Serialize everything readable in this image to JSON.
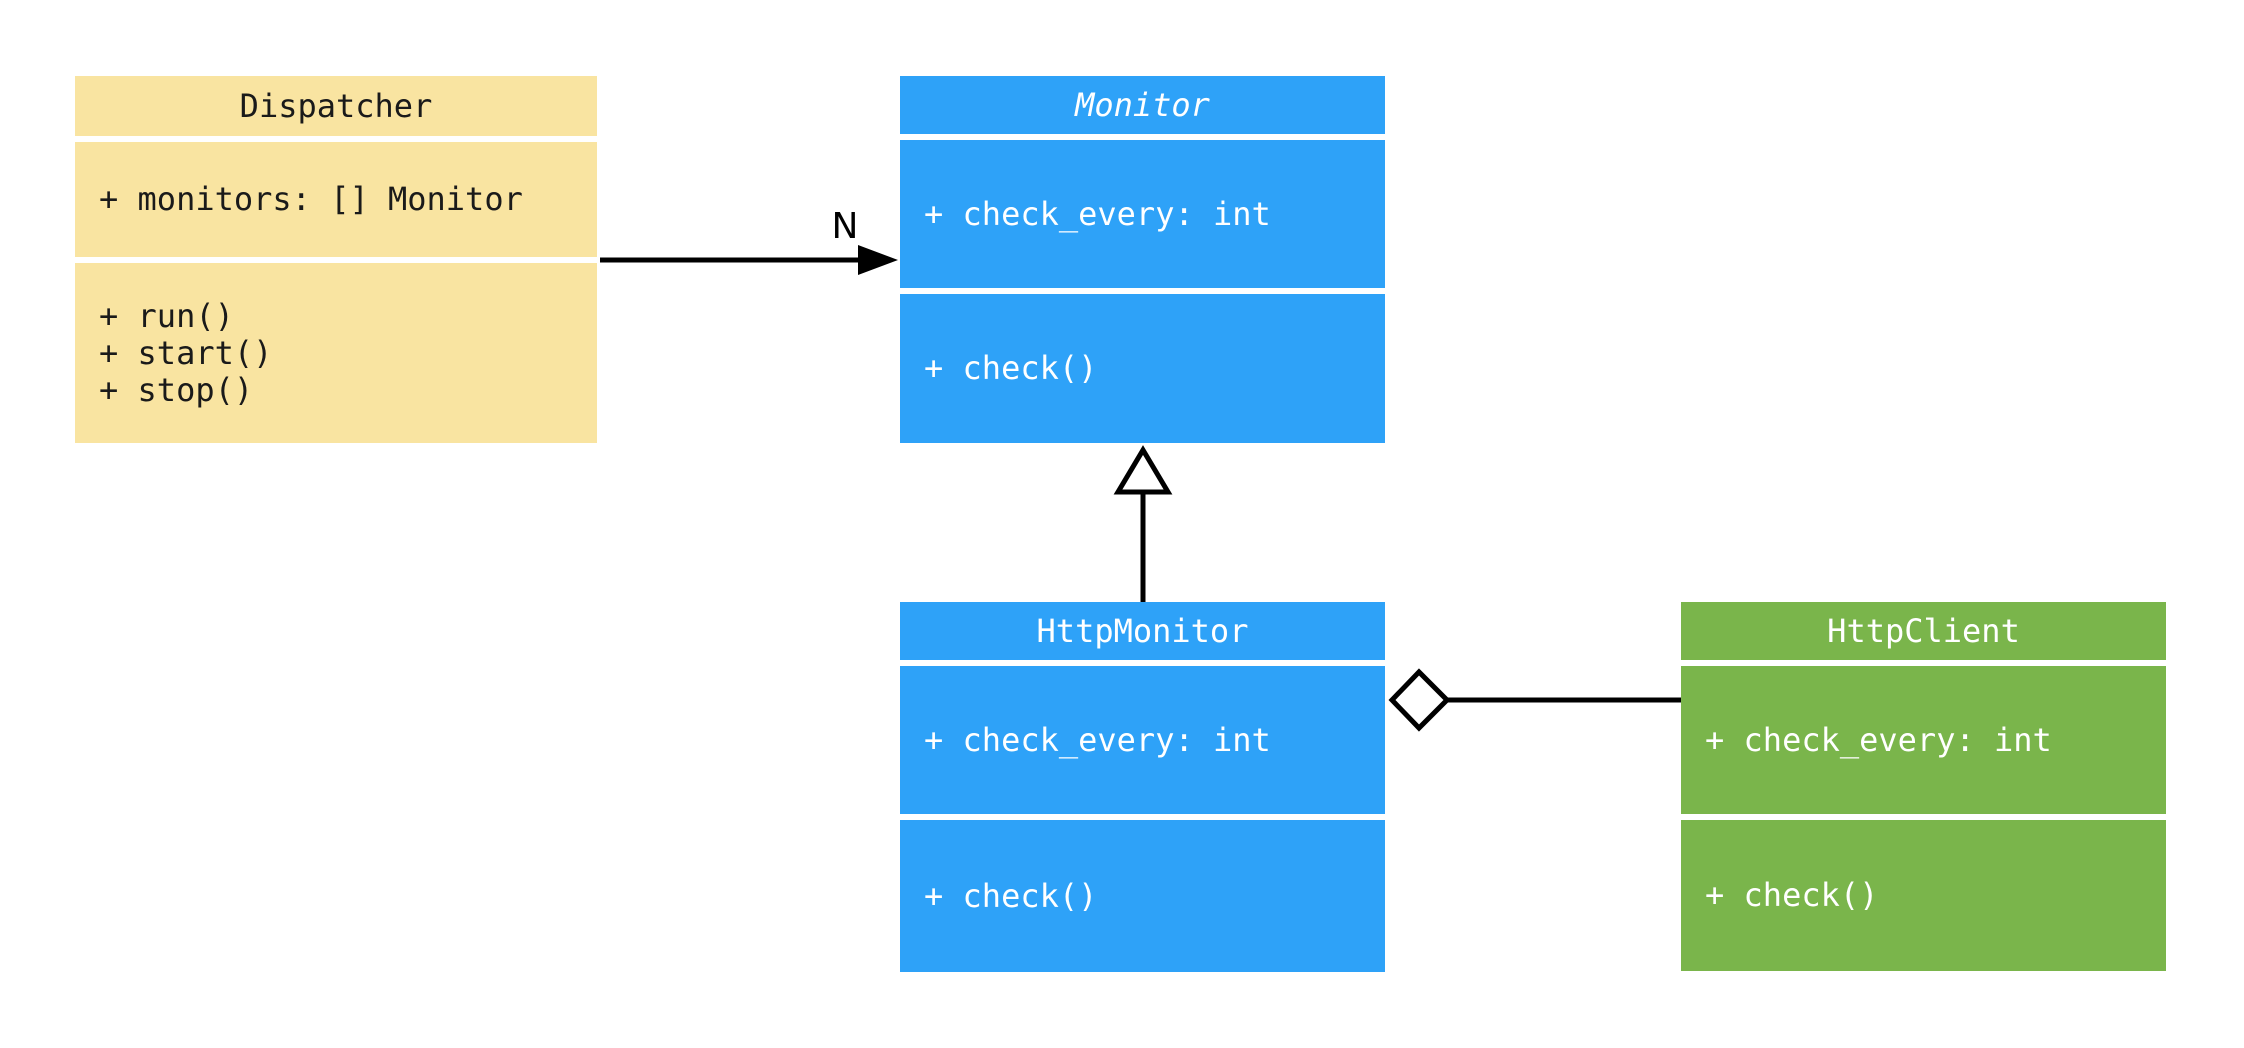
{
  "diagram": {
    "background_color": "#ffffff",
    "line_color": "#000000",
    "classes": [
      {
        "name": "Dispatcher",
        "abstract": false,
        "fill_color": "#F9E4A1",
        "text_color": "#1a1a1a",
        "attributes": [
          "+ monitors: [] Monitor"
        ],
        "methods": [
          "+ run()",
          "+ start()",
          "+ stop()"
        ]
      },
      {
        "name": "Monitor",
        "abstract": true,
        "fill_color": "#2EA2F8",
        "text_color": "#ffffff",
        "attributes": [
          "+ check_every: int"
        ],
        "methods": [
          "+ check()"
        ]
      },
      {
        "name": "HttpMonitor",
        "abstract": false,
        "fill_color": "#2EA2F8",
        "text_color": "#ffffff",
        "attributes": [
          "+ check_every: int"
        ],
        "methods": [
          "+ check()"
        ]
      },
      {
        "name": "HttpClient",
        "abstract": false,
        "fill_color": "#7AB54B",
        "text_color": "#ffffff",
        "attributes": [
          "+ check_every: int"
        ],
        "methods": [
          "+ check()"
        ]
      }
    ],
    "relations": [
      {
        "type": "association",
        "from": "Dispatcher",
        "to": "Monitor",
        "multiplicity": "N",
        "marker": "filled-arrowhead-icon"
      },
      {
        "type": "inheritance",
        "from": "HttpMonitor",
        "to": "Monitor",
        "marker": "hollow-triangle-icon"
      },
      {
        "type": "aggregation",
        "from": "HttpMonitor",
        "to": "HttpClient",
        "marker": "hollow-diamond-icon"
      }
    ]
  }
}
